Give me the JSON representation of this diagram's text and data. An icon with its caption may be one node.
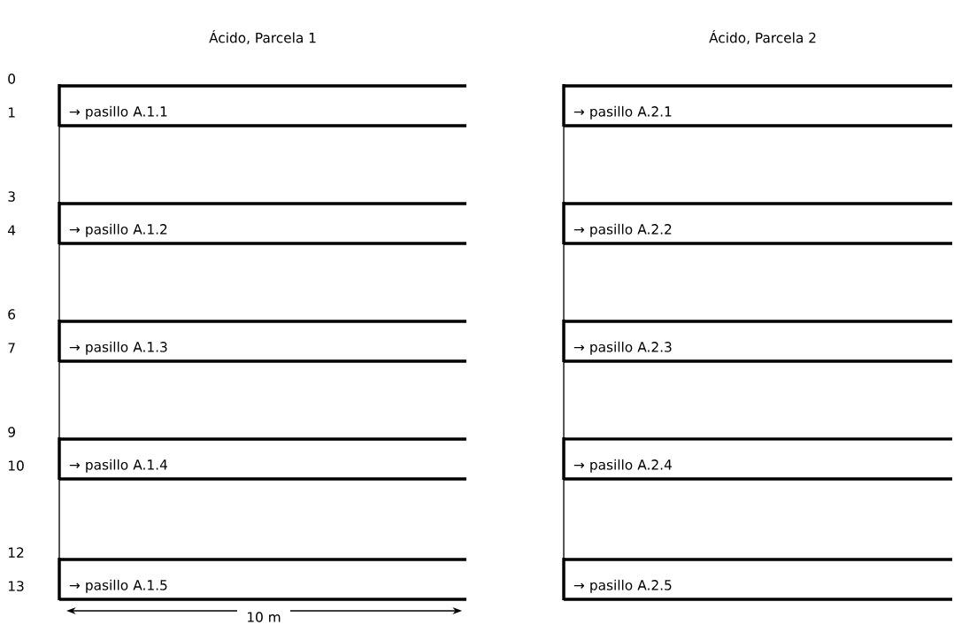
{
  "diagram": {
    "nodes": [
      {
        "text": [
          "→ pasillo A.1.1"
        ]
      },
      {
        "text": [
          "→  pasillo A.1.2"
        ]
      },
      {
        "text": [
          "→ pasillo A.1.3"
        ]
      },
      {
        "text": [
          "→  pasillo A.1.4"
        ]
      },
      {
        "text": [
          "→  pasillo A.1.5"
        ]
      },
      {
        "text": [
          "→ pasillo A.2.1"
        ]
      },
      {
        "text": [
          "→  pasillo A.2.2"
        ]
      },
      {
        "text": [
          "→ pasillo A.2.3"
        ]
      },
      {
        "text": [
          "→  pasillo A.2.4"
        ]
      },
      {
        "text": [
          "→  pasillo A.2.5"
        ]
      }
    ],
    "labels": [
      "Ácido, Parcela 1",
      "Ácido, Parcela 2",
      "0",
      "1",
      "3",
      "4",
      "6",
      "7",
      "9",
      "10",
      "12",
      "13",
      "10 m"
    ]
  }
}
